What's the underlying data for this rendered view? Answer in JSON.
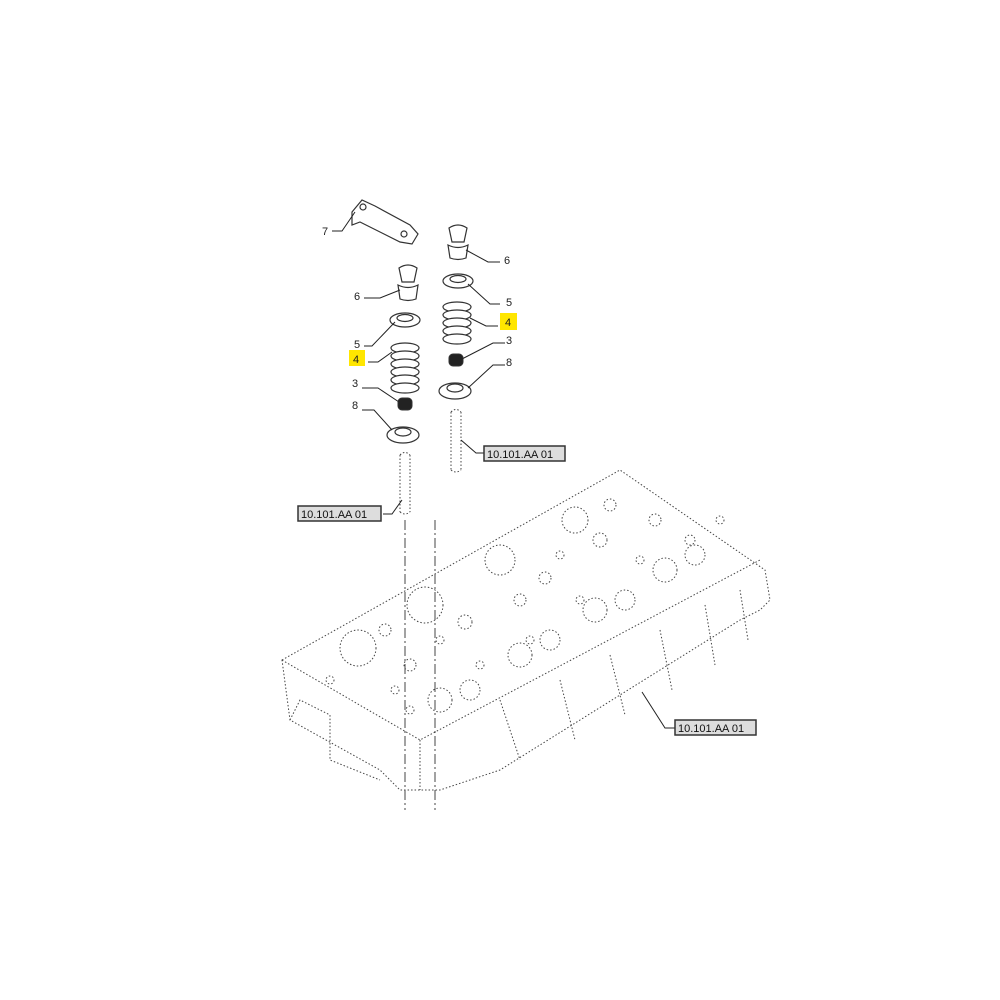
{
  "diagram": {
    "callouts": {
      "rocker": "7",
      "left_collets": "6",
      "left_retainer": "5",
      "left_spring": "4",
      "left_seal": "3",
      "left_rotator": "8",
      "right_collets": "6",
      "right_retainer": "5",
      "right_spring": "4",
      "right_seal": "3",
      "right_rotator": "8"
    },
    "references": {
      "left_valve": "10.101.AA 01",
      "right_valve": "10.101.AA 01",
      "cylinder_head": "10.101.AA 01"
    },
    "highlight_color": "#ffe600"
  }
}
